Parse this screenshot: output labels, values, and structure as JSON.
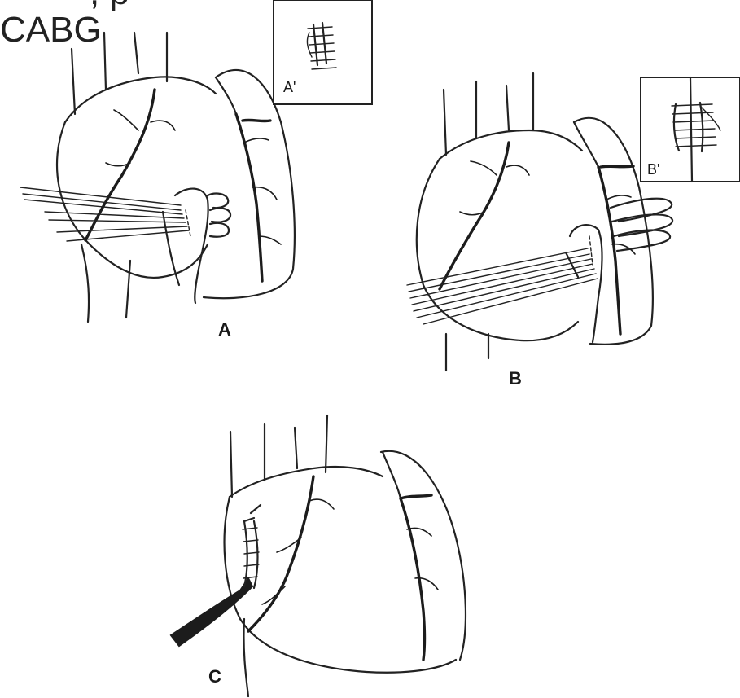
{
  "header": {
    "title_fragment": "CABG",
    "top_fragment": ", p"
  },
  "panels": [
    {
      "label": "A",
      "inset_label": "A'"
    },
    {
      "label": "B",
      "inset_label": "B'"
    },
    {
      "label": "C"
    }
  ]
}
